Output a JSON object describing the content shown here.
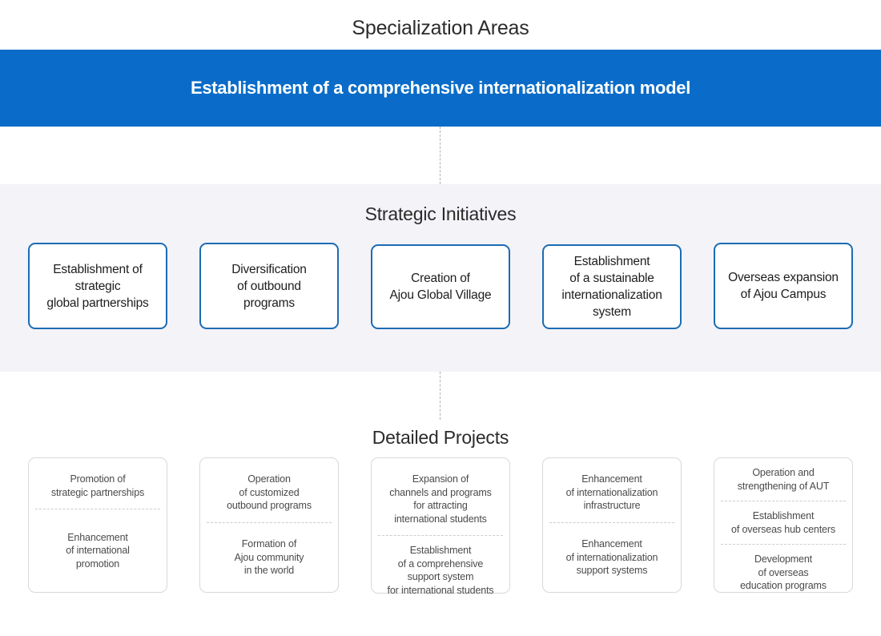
{
  "colors": {
    "banner_blue": "#0a6cc8",
    "band_gray": "#f3f3f8",
    "card_border_blue": "#1b6cb3",
    "card_border_gray": "#d8d8d8"
  },
  "specialization": {
    "title": "Specialization Areas",
    "banner_text": "Establishment of a comprehensive internationalization model"
  },
  "strategic": {
    "title": "Strategic Initiatives",
    "cards": [
      {
        "label": "Establishment of\nstrategic\nglobal partnerships"
      },
      {
        "label": "Diversification\nof outbound\nprograms"
      },
      {
        "label": "Creation of\nAjou Global Village"
      },
      {
        "label": "Establishment\nof a sustainable\ninternationalization\nsystem"
      },
      {
        "label": "Overseas expansion\nof Ajou Campus"
      }
    ]
  },
  "detailed": {
    "title": "Detailed Projects",
    "columns": [
      {
        "items": [
          "Promotion of\nstrategic partnerships",
          "Enhancement\nof international\npromotion"
        ]
      },
      {
        "items": [
          "Operation\nof customized\noutbound programs",
          "Formation of\nAjou community\nin the world"
        ]
      },
      {
        "items": [
          "Expansion of\nchannels and programs\nfor attracting\ninternational students",
          "Establishment\nof a comprehensive\nsupport system\nfor international students"
        ]
      },
      {
        "items": [
          "Enhancement\nof internationalization\ninfrastructure",
          "Enhancement\nof internationalization\nsupport systems"
        ]
      },
      {
        "items": [
          "Operation and\nstrengthening of AUT",
          "Establishment\nof overseas hub centers",
          "Development\nof overseas\neducation programs"
        ]
      }
    ]
  }
}
